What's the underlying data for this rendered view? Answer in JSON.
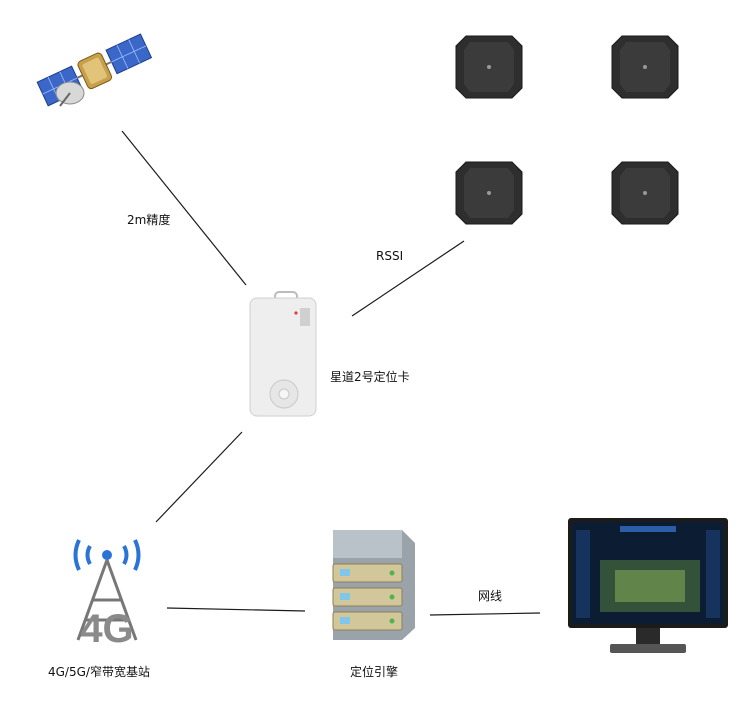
{
  "labels": {
    "satellite_link": "2m精度",
    "beacon_link": "RSSI",
    "card": "星道2号定位卡",
    "base_station": "4G/5G/窄带宽基站",
    "engine": "定位引擎",
    "network_link": "网线",
    "tower_text": "4G"
  },
  "colors": {
    "line": "#1a1a1a",
    "beacon": "#2e2e2e",
    "card": "#eeeeee",
    "server": "#9aa3aa",
    "screen": "#0c1d33"
  }
}
